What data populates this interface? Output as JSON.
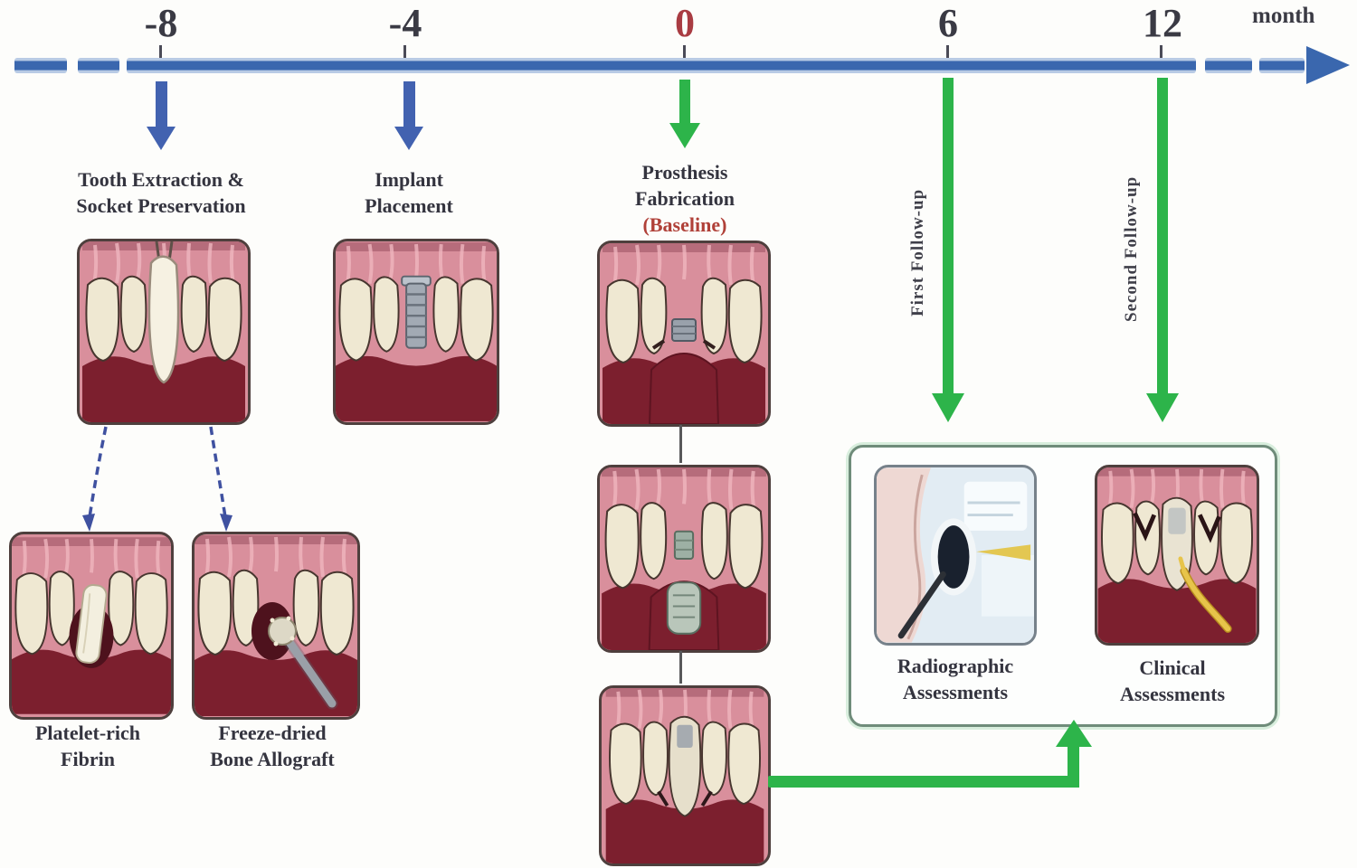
{
  "timeline": {
    "unit_label": "month",
    "ticks": [
      "-8",
      "-4",
      "0",
      "6",
      "12"
    ]
  },
  "milestones": {
    "extraction": {
      "line1": "Tooth Extraction &",
      "line2": "Socket Preservation"
    },
    "implant": {
      "line1": "Implant",
      "line2": "Placement"
    },
    "prosthesis": {
      "line1": "Prosthesis",
      "line2": "Fabrication",
      "line3": "(Baseline)"
    },
    "first_followup": "First Follow-up",
    "second_followup": "Second Follow-up"
  },
  "socket_preservation_options": {
    "prf": {
      "line1": "Platelet-rich",
      "line2": "Fibrin"
    },
    "allograft": {
      "line1": "Freeze-dried",
      "line2": "Bone Allograft"
    }
  },
  "assessments": {
    "radiographic": {
      "line1": "Radiographic",
      "line2": "Assessments"
    },
    "clinical": {
      "line1": "Clinical",
      "line2": "Assessments"
    }
  },
  "colors": {
    "timeline_blue": "#3a67ae",
    "arrow_blue": "#4262b0",
    "arrow_green": "#2db44a",
    "baseline_red": "#b04038",
    "text_dark": "#34343f",
    "assessment_box_border": "#6f8c7a"
  }
}
